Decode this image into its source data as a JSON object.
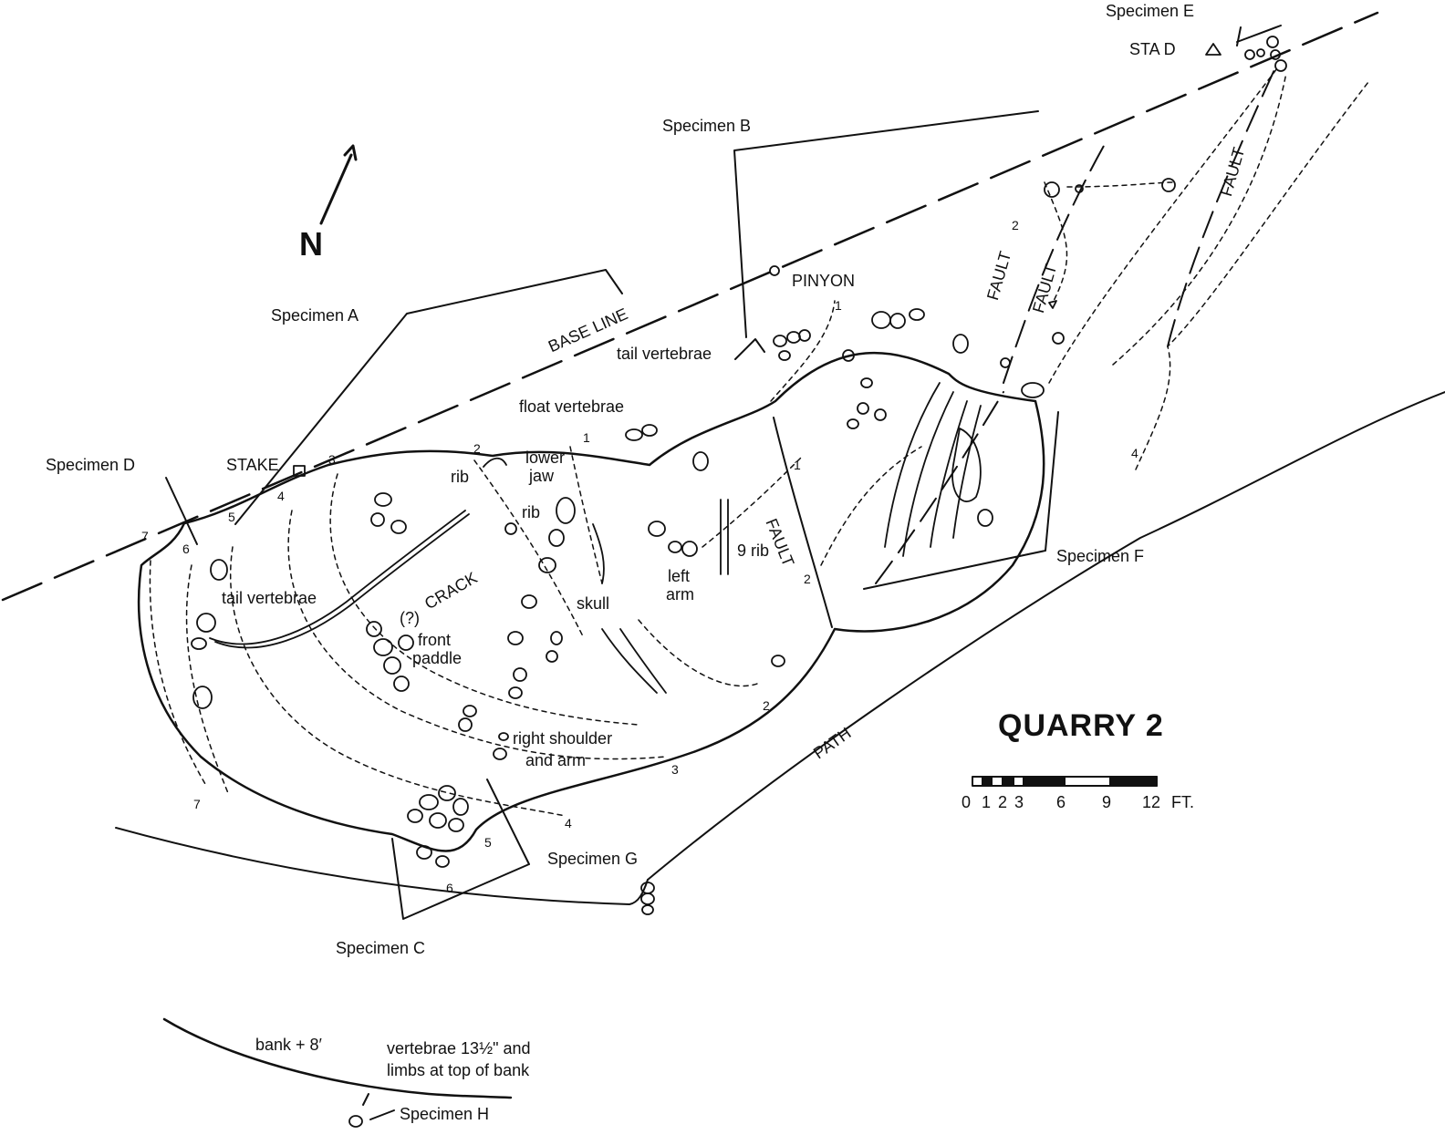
{
  "title": "QUARRY 2",
  "north": "N",
  "scale": {
    "ticks": [
      "0",
      "1",
      "2",
      "3",
      "6",
      "9",
      "12"
    ],
    "unit": "FT."
  },
  "specimens": {
    "a": "Specimen A",
    "b": "Specimen B",
    "c": "Specimen C",
    "d": "Specimen D",
    "e": "Specimen E",
    "f": "Specimen F",
    "g": "Specimen G",
    "h": "Specimen H"
  },
  "features": {
    "base_line": "BASE LINE",
    "stake": "STAKE",
    "sta_d": "STA D",
    "pinyon": "PINYON",
    "crack": "CRACK",
    "fault": "FAULT",
    "path": "PATH",
    "uncertain": "(?)"
  },
  "bones": {
    "tail_vertebrae": "tail vertebrae",
    "float_vertebrae": "float vertebrae",
    "rib": "rib",
    "lower_jaw_1": "lower",
    "lower_jaw_2": "jaw",
    "skull": "skull",
    "left_arm_1": "left",
    "left_arm_2": "arm",
    "front_paddle_1": "front",
    "front_paddle_2": "paddle",
    "right_shoulder_1": "right shoulder",
    "right_shoulder_2": "and arm",
    "rib_9": "9 rib"
  },
  "bank": {
    "label": "bank + 8′",
    "note_1": "vertebrae 13½\" and",
    "note_2": "limbs at top of bank"
  },
  "contours": {
    "c1": "1",
    "c2": "2",
    "c3": "3",
    "c4": "4",
    "c5": "5",
    "c6": "6",
    "c7": "7"
  }
}
